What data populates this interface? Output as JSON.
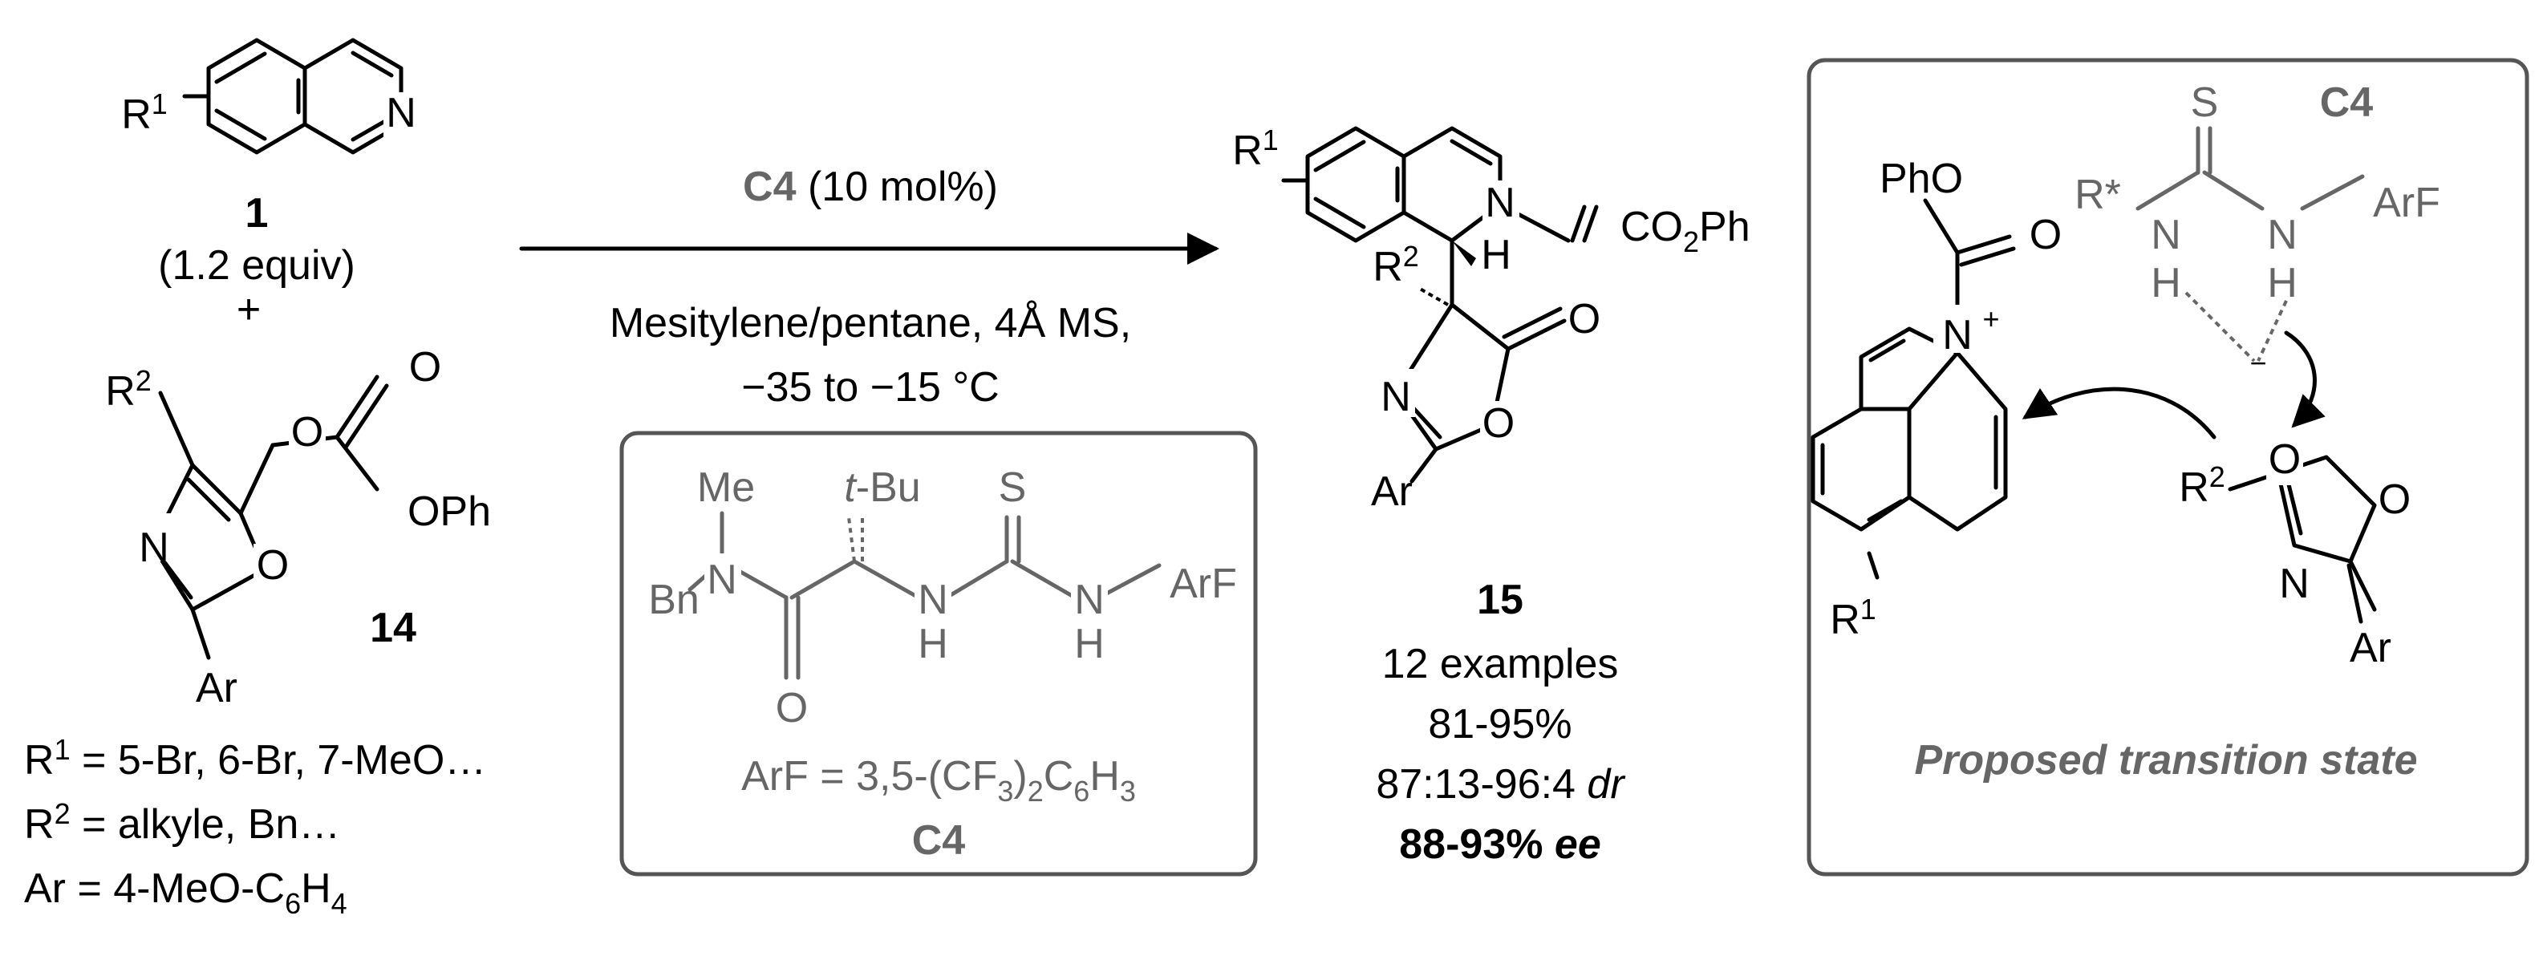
{
  "reactant_1": {
    "compound_number": "1",
    "equiv": "(1.2 equiv)",
    "substituent": "R",
    "substituent_sup": "1",
    "atom_n": "N"
  },
  "plus": "+",
  "reactant_14": {
    "compound_number": "14",
    "r": "R",
    "r_sup": "2",
    "n": "N",
    "o_ring": "O",
    "o_ester": "O",
    "o_carbonyl": "O",
    "oph": "OPh",
    "ar": "Ar"
  },
  "substituent_list": {
    "r1": {
      "prefix": "R",
      "sup": "1",
      "text": " = 5-Br, 6-Br, 7-MeO…"
    },
    "r2": {
      "prefix": "R",
      "sup": "2",
      "text": " = alkyle, Bn…"
    },
    "ar": {
      "prefix": "Ar = 4-MeO-C",
      "sub1": "6",
      "mid": "H",
      "sub2": "4"
    }
  },
  "conditions": {
    "catalyst": "C4",
    "loading": " (10 mol%)",
    "solvent": "Mesitylene/pentane, 4Å MS,",
    "temperature": "−35 to −15 °C"
  },
  "catalyst_box": {
    "me": "Me",
    "tbu_prefix": "t",
    "tbu_rest": "-Bu",
    "s": "S",
    "bn": "Bn",
    "n1": "N",
    "n2": "N",
    "n3": "N",
    "h1": "H",
    "h2": "H",
    "arf": "ArF",
    "o": "O",
    "arf_def_prefix": "ArF = 3,5-(CF",
    "arf_def_sub1": "3",
    "arf_def_mid": ")",
    "arf_def_sub2": "2",
    "arf_def_mid2": "C",
    "arf_def_sub3": "6",
    "arf_def_mid3": "H",
    "arf_def_sub4": "3",
    "label": "C4"
  },
  "product_15": {
    "r1": "R",
    "r1_sup": "1",
    "n": "N",
    "h": "H",
    "co2ph_a": "CO",
    "co2ph_sub": "2",
    "co2ph_b": "Ph",
    "r2": "R",
    "r2_sup": "2",
    "n_ox": "N",
    "o_ring": "O",
    "o_carbonyl": "O",
    "ar": "Ar",
    "compound_number": "15",
    "examples": "12 examples",
    "yield": "81-95%",
    "dr_value": "87:13-96:4 ",
    "dr_label": "dr",
    "ee_value": "88-93% ",
    "ee_label": "ee"
  },
  "transition_state": {
    "pho": "PhO",
    "o_carbonyl": "O",
    "n_plus": "N",
    "plus_sign": "+",
    "r1": "R",
    "r1_sup": "1",
    "s": "S",
    "c4": "C4",
    "rstar": "R*",
    "n1": "N",
    "n2": "N",
    "h1": "H",
    "h2": "H",
    "arf": "ArF",
    "o_minus": "O",
    "minus_sign": "−",
    "r2": "R",
    "r2_sup": "2",
    "o_ring": "O",
    "n_ox": "N",
    "ar": "Ar",
    "caption": "Proposed transition state"
  }
}
